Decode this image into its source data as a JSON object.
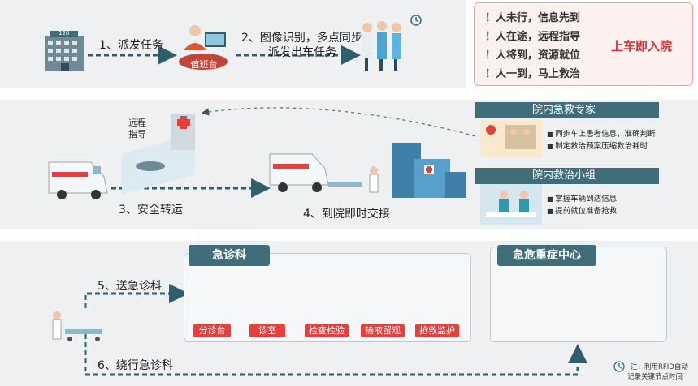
{
  "top": {
    "step1": "1、派发任务",
    "step2_line1": "2、图像识别，多点同步",
    "step2_line2": "派发出车任务",
    "duty_desk_label": "值班台",
    "hospital_sign": "120"
  },
  "slogans": {
    "lines": [
      "！人未行，信息先到",
      "！人在途，远程指导",
      "！人将到，资源就位",
      "！人一到，马上救治"
    ],
    "headline": "上车即入院"
  },
  "middle": {
    "remote_guidance_line1": "远程",
    "remote_guidance_line2": "指导",
    "step3": "3、安全转运",
    "step4": "4、到院即时交接",
    "experts": {
      "title": "院内急救专家",
      "bullets": [
        "同步车上患者信息，准确判断",
        "制定救治预案压缩救治耗时"
      ]
    },
    "team": {
      "title": "院内救治小组",
      "bullets": [
        "掌握车辆到达信息",
        "提前就位准备抢救"
      ]
    }
  },
  "bottom": {
    "step5": "5、送急诊科",
    "step6": "6、绕行急诊科",
    "emergency_dept": {
      "title": "急诊科",
      "stations": [
        "分诊台",
        "诊室",
        "检查检验",
        "输液留观",
        "抢救监护"
      ]
    },
    "critical_center": {
      "title": "急危重症中心"
    },
    "note_line1": "注：利用RFID自动",
    "note_line2": "记录关键节点时间"
  },
  "colors": {
    "teal": "#3f6d7a",
    "arrow": "#2f5f6a",
    "red": "#e63f3c",
    "slogan_red": "#e0302d"
  }
}
